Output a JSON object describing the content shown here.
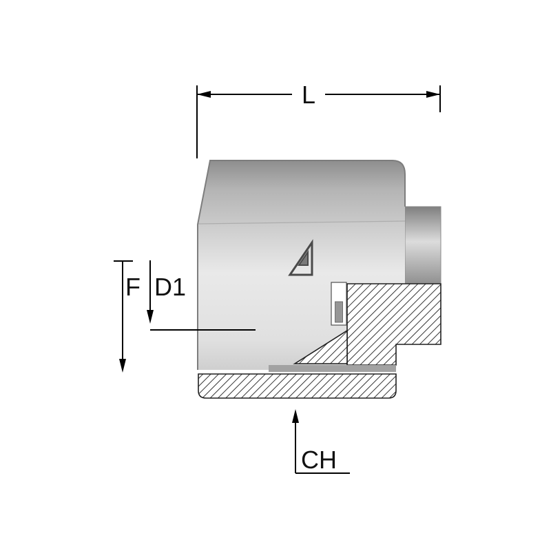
{
  "figure": {
    "dimension_labels": {
      "l": "L",
      "f": "F",
      "d1": "D1",
      "ch": "CH"
    },
    "icons": {
      "logo": "stylized-g-logo-mark"
    },
    "colors": {
      "background": "#ffffff",
      "dimension_line": "#000000",
      "label_text": "#111111",
      "body_face_light": "#e9e9e9",
      "body_facet_dark": "#8e8e8e",
      "hatch_line": "#1f1f1f",
      "body_outline": "#7d7d7d",
      "section_stop_strip": "#a2a2a2"
    }
  }
}
